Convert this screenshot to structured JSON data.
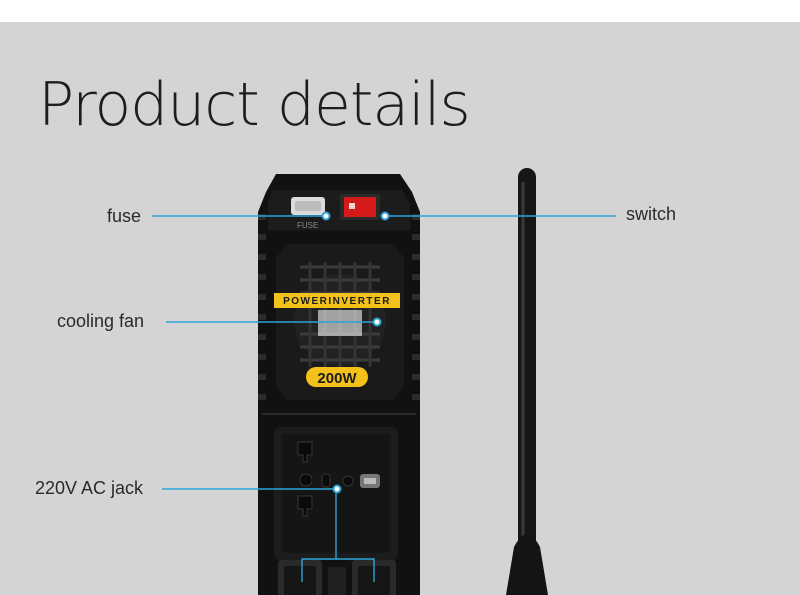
{
  "title": "Product details",
  "callouts": {
    "fuse": "fuse",
    "switch": "switch",
    "cooling_fan": "cooling fan",
    "ac_jack": "220V AC jack"
  },
  "device": {
    "fuse_marking": "FUSE",
    "band_text": "POWERINVERTER",
    "wattage_badge": "200W"
  },
  "colors": {
    "background": "#d4d4d4",
    "callout_line": "#2ea3d6",
    "accent_yellow": "#f2c21b",
    "switch_red": "#d51a1a"
  }
}
